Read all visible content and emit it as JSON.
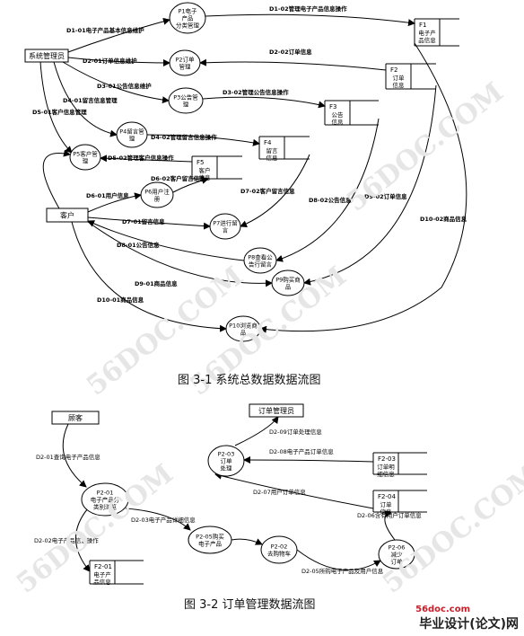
{
  "watermark": "56DOC.COM",
  "captions": {
    "fig1": "图 3-1    系统总数据数据流图",
    "fig2": "图 3-2    订单管理数据流图"
  },
  "footer": {
    "site": "56doc.com",
    "logo": "毕业设计(论文)网"
  },
  "fig1": {
    "entities": [
      {
        "id": "admin",
        "label": "系统管理员"
      },
      {
        "id": "customer",
        "label": "客户"
      }
    ],
    "processes": [
      {
        "id": "P1",
        "lines": [
          "P1电子",
          "产品",
          "分类管理"
        ]
      },
      {
        "id": "P2",
        "lines": [
          "P2订单",
          "管理"
        ]
      },
      {
        "id": "P3",
        "lines": [
          "P3公告管",
          "理"
        ]
      },
      {
        "id": "P4",
        "lines": [
          "P4留言管",
          "理"
        ]
      },
      {
        "id": "P5",
        "lines": [
          "P5客户管",
          "理"
        ]
      },
      {
        "id": "P6",
        "lines": [
          "P6用户注",
          "册"
        ]
      },
      {
        "id": "P7",
        "lines": [
          "P7进行留",
          "言"
        ]
      },
      {
        "id": "P8",
        "lines": [
          "P8查看公",
          "告行留言"
        ]
      },
      {
        "id": "P9",
        "lines": [
          "P9购买商",
          "品"
        ]
      },
      {
        "id": "P10",
        "lines": [
          "P10浏览商",
          "品"
        ]
      }
    ],
    "stores": [
      {
        "id": "F1",
        "lines": [
          "F1",
          "电子产",
          "品信息"
        ]
      },
      {
        "id": "F2",
        "lines": [
          "F2",
          "订单",
          "信息"
        ]
      },
      {
        "id": "F3",
        "lines": [
          "F3",
          "公告",
          "信息"
        ]
      },
      {
        "id": "F4",
        "lines": [
          "F4",
          "留言",
          "信息"
        ]
      },
      {
        "id": "F5",
        "lines": [
          "F5",
          "客户",
          "信息"
        ]
      }
    ],
    "flows": [
      "D1-01电子产品基本信息维护",
      "D1-02管理电子产品信息操作",
      "D2-01订单信息维护",
      "D2-02订单信息",
      "D3-01公告信息维护",
      "D3-02管理公告信息操作",
      "D4-01留言信息管理",
      "D4-02管理留言信息操作",
      "D5-01客户信息管理",
      "D5-02管理客户信息操作",
      "D6-01用户信息",
      "D6-02客户留言信息",
      "D7-01留言信息",
      "D7-02客户留言信息",
      "D8-01公告信息",
      "D8-02公告信息",
      "D9-01商品信息",
      "D9-02订单信息",
      "D10-01商品信息",
      "D10-02商品信息"
    ]
  },
  "fig2": {
    "entities": [
      {
        "id": "guest",
        "label": "顾客"
      },
      {
        "id": "mgr",
        "label": "订单管理员"
      }
    ],
    "processes": [
      {
        "id": "P2-01",
        "lines": [
          "P2-01",
          "电子产品分",
          "类别浏览"
        ]
      },
      {
        "id": "P2-02",
        "lines": [
          "P2-02",
          "去购物车"
        ]
      },
      {
        "id": "P2-03",
        "lines": [
          "P2-03",
          "订单",
          "处理"
        ]
      },
      {
        "id": "P2-05",
        "lines": [
          "P2-05购买",
          "电子产品"
        ]
      },
      {
        "id": "P2-06",
        "lines": [
          "P2-06",
          "减少",
          "订单"
        ]
      }
    ],
    "stores": [
      {
        "id": "F2-01",
        "lines": [
          "F2-01",
          "电子产",
          "品信息"
        ]
      },
      {
        "id": "F2-03",
        "lines": [
          "F2-03",
          "订单明",
          "细信息"
        ]
      },
      {
        "id": "F2-04",
        "lines": [
          "F2-04",
          "订单",
          "信息"
        ]
      }
    ],
    "flows": [
      "D2-01查询电子产品信息",
      "D2-02电子产品信息操作",
      "D2-03电子产品详细信息",
      "D2-05所购电子产品及用户信息",
      "D2-06含有用户订单信息",
      "D2-07用户订单信息",
      "D2-08电子产品订单信息",
      "D2-09订单处理信息"
    ]
  }
}
